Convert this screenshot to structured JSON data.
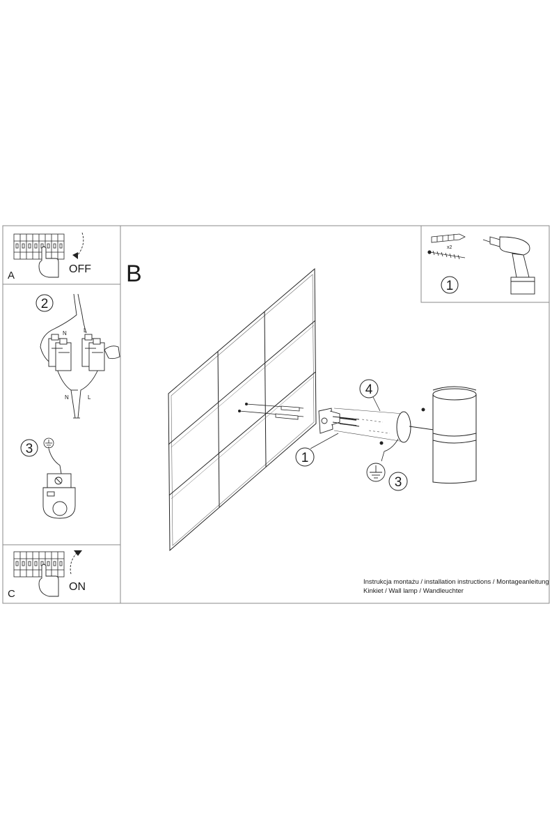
{
  "panels": {
    "a": {
      "letter": "A",
      "caption": "OFF"
    },
    "b": {
      "letter": "B"
    },
    "c": {
      "letter": "C",
      "caption": "ON"
    }
  },
  "steps": {
    "wiring": {
      "number": "2",
      "neutral_label": "N",
      "live_label": "L"
    },
    "ground": {
      "number": "3"
    },
    "tools": {
      "number": "1",
      "quantity": "x2"
    }
  },
  "callouts": {
    "bracket": "1",
    "ground": "3",
    "lamp": "4"
  },
  "footer": {
    "line1": "Instrukcja montażu / installation instructions / Montageanleitung",
    "line2": "Kinkiet / Wall lamp / Wandleuchter"
  },
  "icons": [
    "breaker-panel-icon",
    "hand-icon",
    "rotate-arrow-icon",
    "connector-icon",
    "ground-symbol-icon",
    "drill-icon",
    "wall-plug-icon",
    "screw-icon",
    "wall-lamp-icon"
  ]
}
